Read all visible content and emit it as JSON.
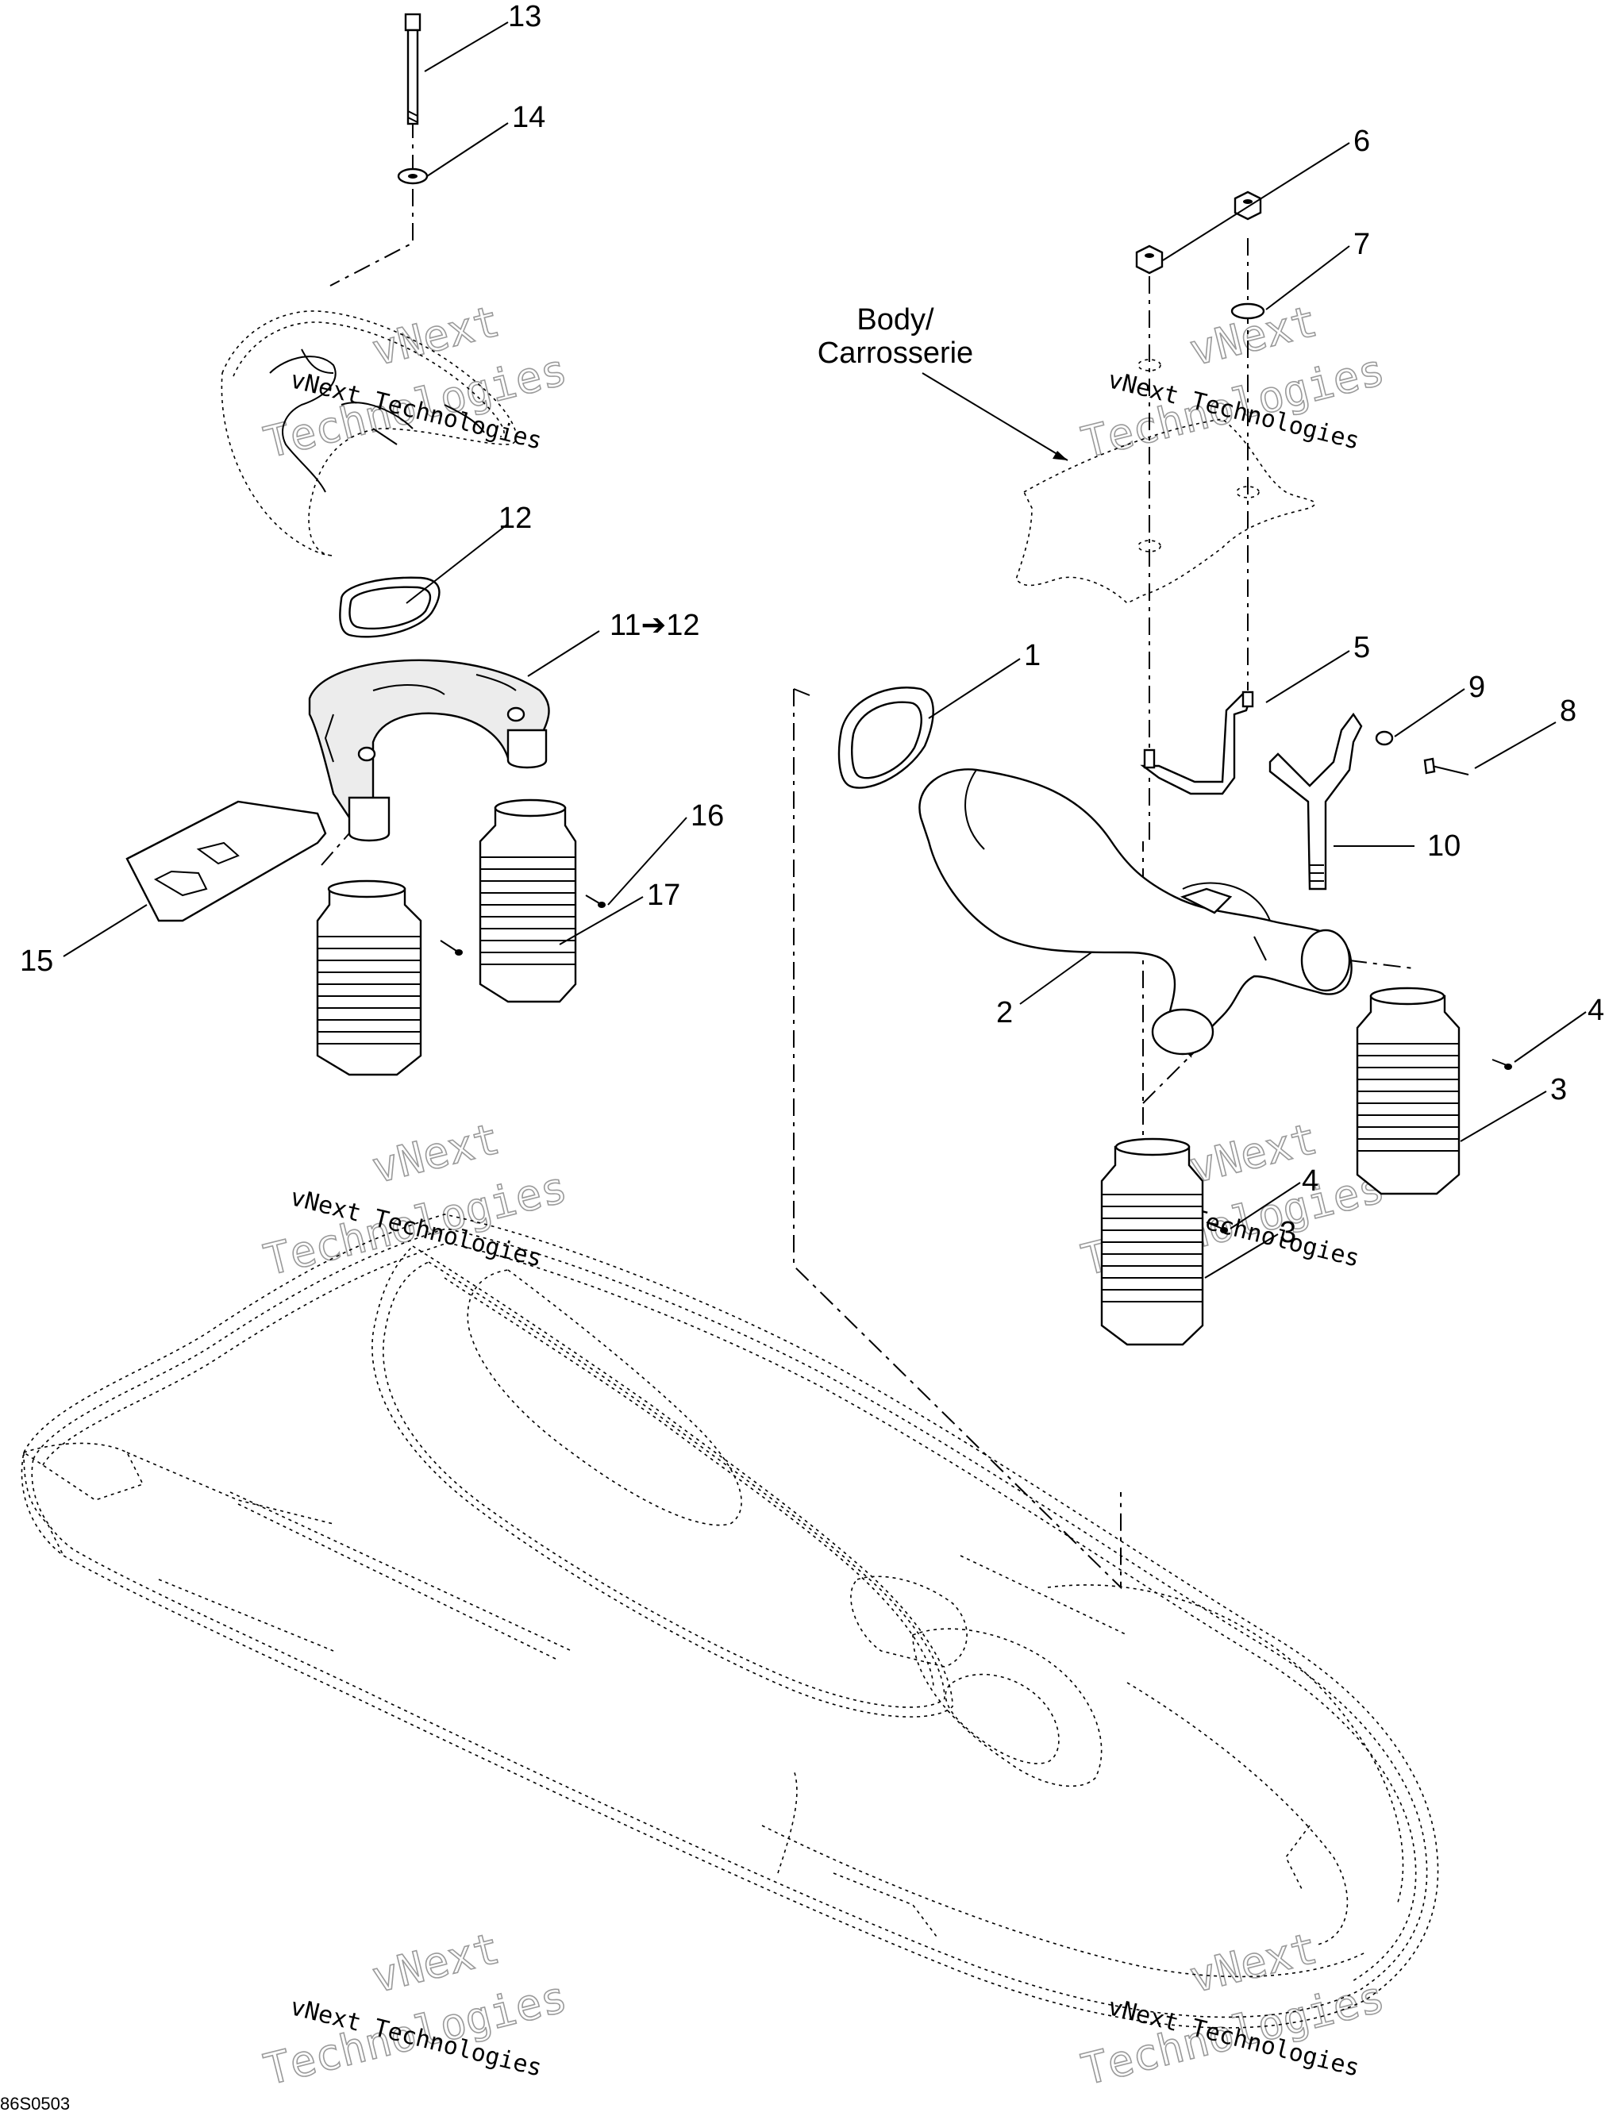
{
  "callouts": [
    {
      "id": "13",
      "text": "13"
    },
    {
      "id": "14",
      "text": "14"
    },
    {
      "id": "12",
      "text": "12"
    },
    {
      "id": "11",
      "text": "11➔12"
    },
    {
      "id": "16",
      "text": "16"
    },
    {
      "id": "17",
      "text": "17"
    },
    {
      "id": "15",
      "text": "15"
    },
    {
      "id": "6",
      "text": "6"
    },
    {
      "id": "7",
      "text": "7"
    },
    {
      "id": "1",
      "text": "1"
    },
    {
      "id": "5",
      "text": "5"
    },
    {
      "id": "9",
      "text": "9"
    },
    {
      "id": "8",
      "text": "8"
    },
    {
      "id": "10",
      "text": "10"
    },
    {
      "id": "2",
      "text": "2"
    },
    {
      "id": "4a",
      "text": "4"
    },
    {
      "id": "3a",
      "text": "3"
    },
    {
      "id": "4b",
      "text": "4"
    },
    {
      "id": "3b",
      "text": "3"
    }
  ],
  "body_label": {
    "line1": "Body/",
    "line2": "Carrosserie"
  },
  "figure_code": "86S0503",
  "watermark": {
    "line1": "vNext Technologies",
    "line2": "Technologies",
    "stamp": "vNext"
  }
}
